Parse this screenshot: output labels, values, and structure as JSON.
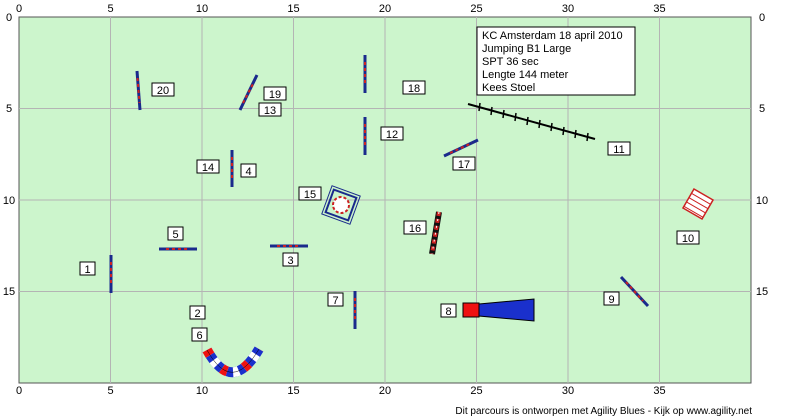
{
  "field": {
    "background": "#ccf5cc",
    "grid_color": "#b4b4b4",
    "x_ticks": [
      "0",
      "5",
      "10",
      "15",
      "20",
      "25",
      "30",
      "35"
    ],
    "y_ticks": [
      "0",
      "5",
      "10",
      "15"
    ]
  },
  "info": {
    "line1": "KC Amsterdam 18 april 2010",
    "line2": "Jumping B1 Large",
    "line3": "SPT 36 sec",
    "line4": "Lengte 144 meter",
    "line5": "Kees Stoel"
  },
  "numbers": [
    "1",
    "2",
    "3",
    "4",
    "5",
    "6",
    "7",
    "8",
    "9",
    "10",
    "11",
    "12",
    "13",
    "14",
    "15",
    "16",
    "17",
    "18",
    "19",
    "20"
  ],
  "footer": "Dit parcours is ontworpen met Agility Blues - Kijk op www.agility.net",
  "colors": {
    "pole_red": "#cc2222",
    "pole_white": "#ffffff",
    "wing": "#1a2a8c",
    "tunnel_blue": "#1a30cc",
    "tunnel_red": "#ee1111"
  }
}
